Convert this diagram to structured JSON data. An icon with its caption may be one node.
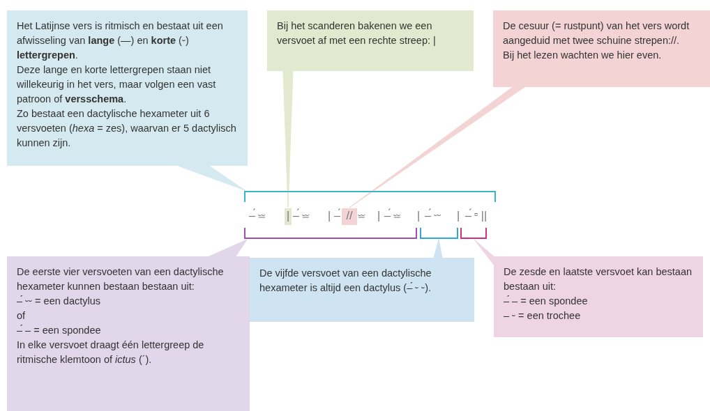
{
  "diagram": {
    "nodes": [
      {
        "text": [
          "Het Latijnse vers is ritmisch en bestaat uit een afwisseling van **lange** (—) en **korte** (⏑) **lettergrepen**.",
          "Deze lange en korte lettergrepen staan niet willekeurig in het vers, maar volgen een vast patroon of **versschema**.",
          "Zo bestaat een dactylische hexameter uit 6 versvoeten (*hexa* = zes), waarvan er 5 dactylisch kunnen zijn."
        ]
      },
      {
        "text": [
          "Bij het scanderen bakenen we een versvoet af met een rechte streep: |"
        ]
      },
      {
        "text": [
          "De cesuur (= rustpunt) van het vers wordt aangeduid met twee schuine strepen://.",
          "Bij het lezen wachten we hier even."
        ]
      },
      {
        "text": [
          "De eerste vier versvoeten van een dactylische hexameter kunnen bestaan bestaan uit:",
          "–́ ⏑⏑ = een dactylus",
          "of",
          "–́ – = een spondee",
          "In elke versvoet draagt één lettergreep de ritmische klemtoon of *ictus* (´)."
        ]
      },
      {
        "text": [
          "De vijfde versvoet van een dactylische hexameter is altijd een dactylus (–́ ⏑ ⏑)."
        ]
      },
      {
        "text": [
          "De zesde en laatste versvoet kan bestaan bestaan uit:",
          "–́ – = een spondee",
          "– ⏑ = een trochee"
        ]
      },
      {
        "text": [],
        "shape": "bracket"
      },
      {
        "text": [
          "|"
        ]
      },
      {
        "text": [
          "//"
        ]
      },
      {
        "text": [],
        "shape": "bracket"
      },
      {
        "text": [],
        "shape": "bracket"
      },
      {
        "text": [],
        "shape": "bracket"
      }
    ],
    "edges": [
      {
        "from": 0,
        "to": 6,
        "arrow": "none",
        "color": "#d4eaf0"
      },
      {
        "from": 1,
        "to": 7,
        "arrow": "none",
        "color": "#e3e9cf"
      },
      {
        "from": 2,
        "to": 8,
        "arrow": "none",
        "color": "#f3d3d3"
      },
      {
        "from": 3,
        "to": 9,
        "arrow": "none",
        "color": "#e2d6ea"
      },
      {
        "from": 4,
        "to": 10,
        "arrow": "none",
        "color": "#cfe4f2"
      },
      {
        "from": 5,
        "to": 11,
        "arrow": "none",
        "color": "#efd5e4"
      }
    ],
    "labels": [
      "–́ ⏕",
      "–́ ⏕",
      "|",
      "–́",
      "⏕",
      "|",
      "–́ ⏕",
      "|",
      "–́ ⏑⏑",
      "|",
      "–́ ⏒ ||"
    ]
  }
}
